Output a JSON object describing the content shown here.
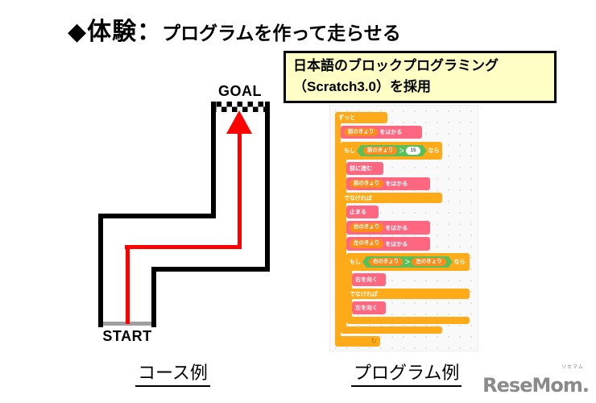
{
  "title": {
    "prefix": "◆体験：",
    "rest": "プログラムを作って走らせる"
  },
  "callout": {
    "line1": "日本語のブロックプログラミング",
    "line2": "（Scratch3.0）を採用"
  },
  "course": {
    "goal_label": "GOAL",
    "start_label": "START",
    "caption": "コース例"
  },
  "program": {
    "caption": "プログラム例",
    "blocks": {
      "forever": "ずっと",
      "if_kw": "もし",
      "then_kw": "なら",
      "else_kw": "でなければ",
      "measure_suffix": "をはかる",
      "front_distance": "前のきょり",
      "right_distance": "右のきょり",
      "left_distance": "左のきょり",
      "threshold": "15",
      "greater_than": "＞",
      "move_forward": "前に進む",
      "stop": "止まる",
      "turn_right": "右を向く",
      "turn_left": "左を向く",
      "loop_icon": "↻"
    },
    "colors": {
      "control_orange": "#FFAB19",
      "custom_pink": "#FF6680",
      "variable_orange": "#FF8C1A",
      "operator_green": "#59C059",
      "panel_bg": "#F9F9F9"
    }
  },
  "logo": {
    "text": "ReseMom.",
    "ruby": "リセマム",
    "color": "#8A8A8A"
  },
  "colors": {
    "course_wall": "#000000",
    "route_red": "#FF0000",
    "start_line_gray": "#A0A0A0",
    "callout_bg": "#FFFFC5"
  }
}
